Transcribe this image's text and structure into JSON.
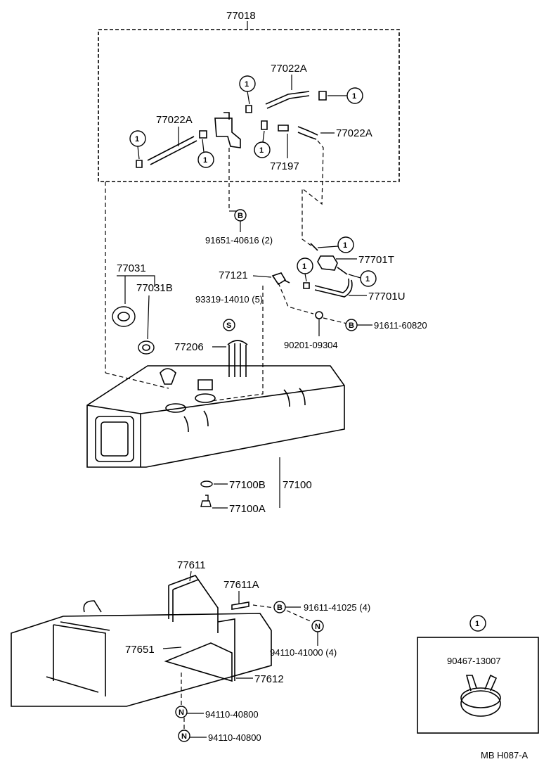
{
  "labels": {
    "assembly": "77018",
    "hose_top": "77022A",
    "hose_left": "77022A",
    "hose_right": "77022A",
    "valve": "77197",
    "bolt_b1": "91651-40616 (2)",
    "filter": "77701T",
    "filter_hose": "77701U",
    "grommet": "77031",
    "grommet_b": "77031B",
    "fitting": "77121",
    "clip_s": "93319-14010 (5)",
    "bolt_b2": "91611-60820",
    "gasket": "90201-09304",
    "gauge": "77206",
    "tank_plug": "77100B",
    "tank": "77100",
    "tank_drain": "77100A",
    "band_main": "77611",
    "band_pin": "77611A",
    "bolt_b3": "91611-41025 (4)",
    "nut_n1": "94110-41000 (4)",
    "protector": "77651",
    "band_2": "77612",
    "nut_n2": "94110-40800",
    "nut_n3": "94110-40800",
    "inset_part": "90467-13007",
    "figure_ref": "MB H087-A"
  },
  "symbols": {
    "clip": "1",
    "bolt": "B",
    "screw": "S",
    "nut": "N"
  }
}
